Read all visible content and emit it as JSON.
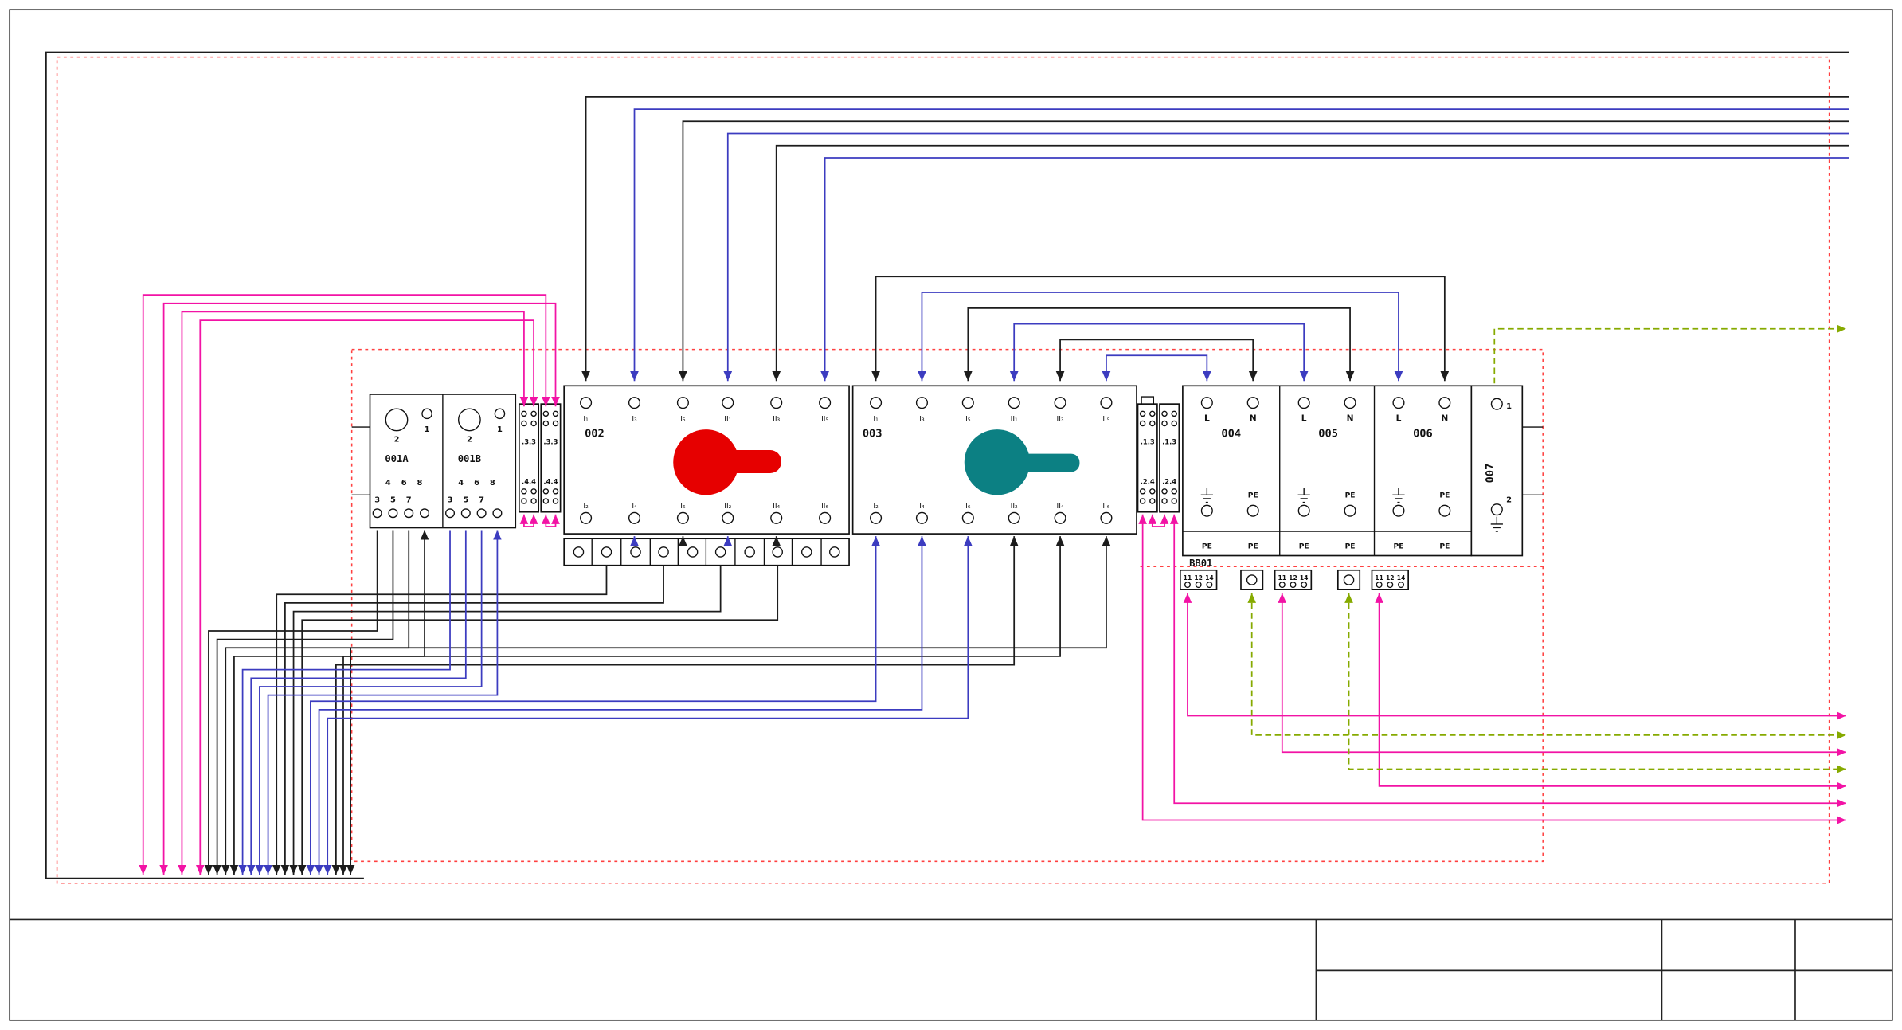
{
  "colors": {
    "wire_black": "#1c1c1c",
    "wire_blue": "#3c3cc0",
    "wire_pink": "#f213a5",
    "wire_green": "#86aa00",
    "boundary_red": "#ff4040",
    "switch_red": "#e60000",
    "switch_teal": "#0c8083"
  },
  "modules": {
    "m001a": {
      "label": "001A",
      "coil_pin": "2",
      "aux_pin": "1",
      "row_top": [
        "4",
        "6",
        "8"
      ],
      "row_bottom": [
        "3",
        "5",
        "7"
      ]
    },
    "m001b": {
      "label": "001B",
      "coil_pin": "2",
      "aux_pin": "1",
      "row_top": [
        "4",
        "6",
        "8"
      ],
      "row_bottom": [
        "3",
        "5",
        "7"
      ]
    },
    "strip1": {
      "col1_top": ".3.3",
      "col2_top": ".3.3",
      "col1_bottom": ".4.4",
      "col2_bottom": ".4.4"
    },
    "m002": {
      "label": "002",
      "top_terminals": [
        "I₁",
        "I₃",
        "I₅",
        "II₁",
        "II₃",
        "II₅"
      ],
      "bottom_terminals": [
        "I₂",
        "I₄",
        "I₆",
        "II₂",
        "II₄",
        "II₆"
      ]
    },
    "m003": {
      "label": "003",
      "top_terminals": [
        "I₁",
        "I₃",
        "I₅",
        "II₁",
        "II₃",
        "II₅"
      ],
      "bottom_terminals": [
        "I₂",
        "I₄",
        "I₆",
        "II₂",
        "II₄",
        "II₆"
      ]
    },
    "strip2": {
      "col1_top": ".1.3",
      "col2_top": ".1.3",
      "col1_bottom": ".2.4",
      "col2_bottom": ".2.4"
    },
    "m004": {
      "label": "004",
      "terminal_left": "L",
      "terminal_right": "N"
    },
    "m005": {
      "label": "005",
      "terminal_left": "L",
      "terminal_right": "N"
    },
    "m006": {
      "label": "006",
      "terminal_left": "L",
      "terminal_right": "N"
    },
    "m007": {
      "label": "007",
      "terminal_top": "1",
      "terminal_bottom": "2"
    },
    "pe_label": "PE",
    "terminal_block_label": "BB01",
    "aux_pins": [
      "11",
      "12",
      "14"
    ]
  }
}
